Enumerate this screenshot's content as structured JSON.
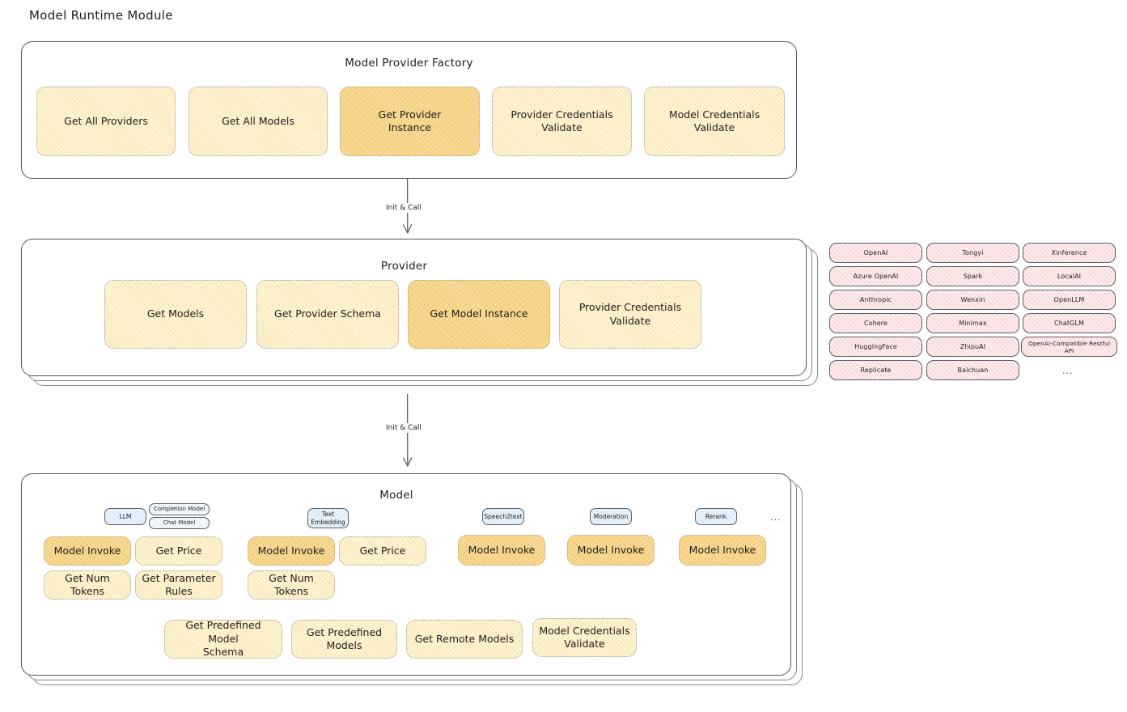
{
  "diagram": {
    "title": "Model Runtime Module",
    "type": "architecture-flow"
  },
  "factory": {
    "title": "Model Provider Factory",
    "methods": [
      {
        "label": "Get All Providers",
        "highlighted": false
      },
      {
        "label": "Get All Models",
        "highlighted": false
      },
      {
        "label": "Get Provider\nInstance",
        "highlighted": true
      },
      {
        "label": "Provider Credentials\nValidate",
        "highlighted": false
      },
      {
        "label": "Model Credentials\nValidate",
        "highlighted": false
      }
    ]
  },
  "connectors": [
    {
      "label": "Init & Call",
      "from": "Model Provider Factory",
      "to": "Provider"
    },
    {
      "label": "Init & Call",
      "from": "Provider",
      "to": "Model"
    }
  ],
  "provider": {
    "title": "Provider",
    "stack_layers": 2,
    "methods": [
      {
        "label": "Get Models",
        "highlighted": false
      },
      {
        "label": "Get Provider Schema",
        "highlighted": false
      },
      {
        "label": "Get Model Instance",
        "highlighted": true
      },
      {
        "label": "Provider Credentials\nValidate",
        "highlighted": false
      }
    ]
  },
  "provider_list": {
    "column_1": [
      "OpenAI",
      "Azure OpenAI",
      "Anthropic",
      "Cohere",
      "HuggingFace",
      "Replicate"
    ],
    "column_2": [
      "Tongyi",
      "Spark",
      "Wenxin",
      "Minimax",
      "ZhipuAI",
      "Baichuan"
    ],
    "column_3": [
      "Xinference",
      "LocalAI",
      "OpenLLM",
      "ChatGLM",
      "OpenAI-Compatible Restful API"
    ],
    "more_indicator": "..."
  },
  "model": {
    "title": "Model",
    "stack_layers": 2,
    "more_indicator": "...",
    "types": [
      {
        "badge": "LLM",
        "sub_badges": [
          "Completion Model",
          "Chat Model"
        ],
        "methods": [
          {
            "label": "Model Invoke",
            "highlighted": true
          },
          {
            "label": "Get Price",
            "highlighted": false
          },
          {
            "label": "Get Num Tokens",
            "highlighted": false
          },
          {
            "label": "Get Parameter\nRules",
            "highlighted": false
          }
        ]
      },
      {
        "badge": "Text\nEmbedding",
        "sub_badges": [],
        "methods": [
          {
            "label": "Model Invoke",
            "highlighted": true
          },
          {
            "label": "Get Price",
            "highlighted": false
          },
          {
            "label": "Get Num Tokens",
            "highlighted": false
          }
        ]
      },
      {
        "badge": "Speech2text",
        "sub_badges": [],
        "methods": [
          {
            "label": "Model Invoke",
            "highlighted": true
          }
        ]
      },
      {
        "badge": "Moderation",
        "sub_badges": [],
        "methods": [
          {
            "label": "Model Invoke",
            "highlighted": true
          }
        ]
      },
      {
        "badge": "Rerank",
        "sub_badges": [],
        "methods": [
          {
            "label": "Model Invoke",
            "highlighted": true
          }
        ]
      }
    ],
    "shared_methods": [
      {
        "label": "Get Predefined Model\nSchema",
        "highlighted": false
      },
      {
        "label": "Get Predefined\nModels",
        "highlighted": false
      },
      {
        "label": "Get Remote Models",
        "highlighted": false
      },
      {
        "label": "Model Credentials\nValidate",
        "highlighted": false
      }
    ]
  },
  "colors": {
    "method_fill": "#fdf3d7",
    "method_highlight_fill": "#fae2ae",
    "provider_pill_fill": "#fdeced",
    "badge_fill": "#e9f3fb",
    "panel_stroke": "#55575c",
    "text": "#1e1e1e",
    "background": "#ffffff"
  }
}
